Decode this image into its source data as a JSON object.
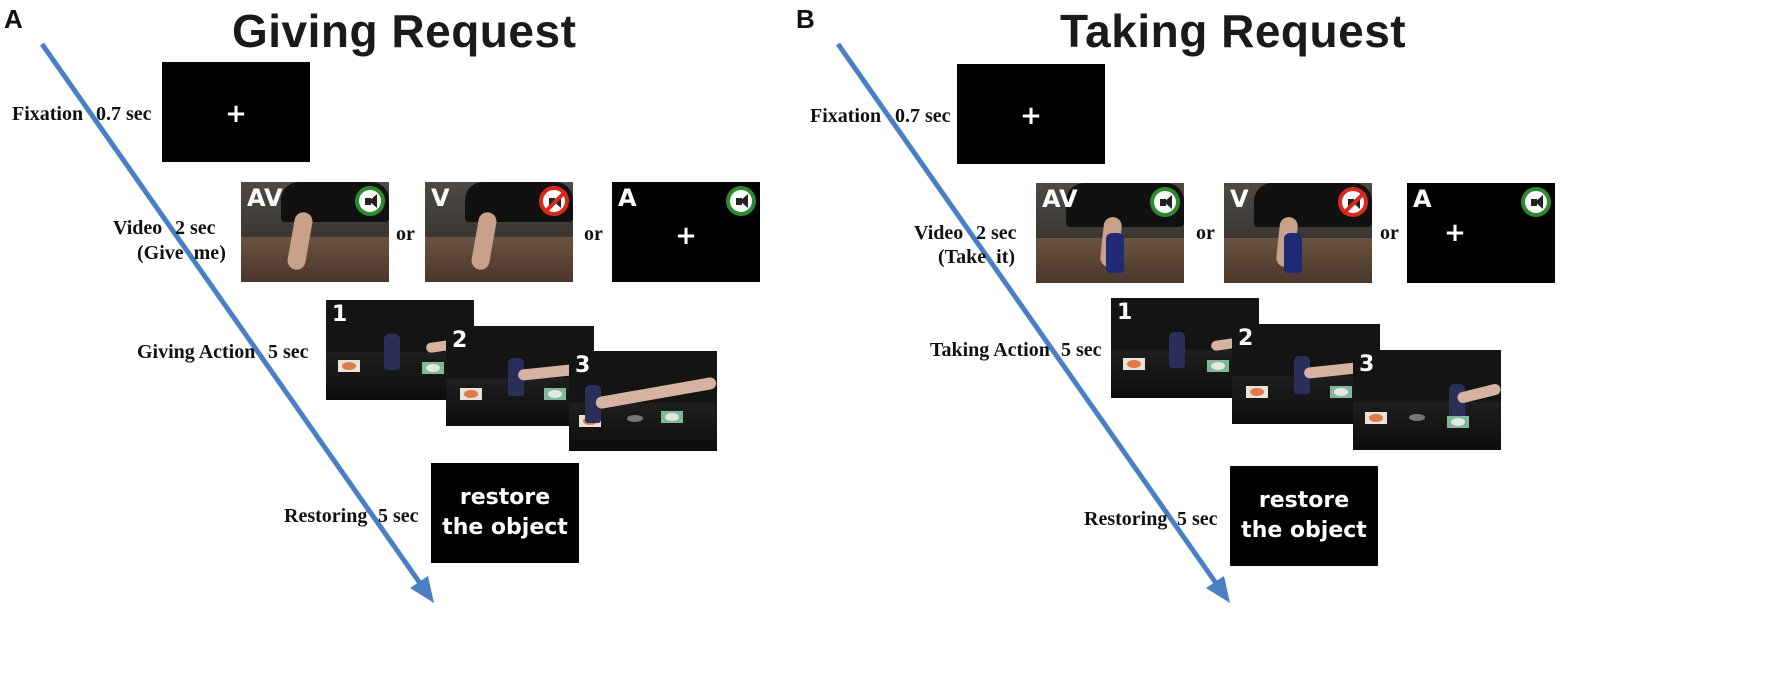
{
  "panels": {
    "a": {
      "letter": "A",
      "title": "Giving Request",
      "fixation": {
        "label": "Fixation",
        "duration": "0.7 sec",
        "cross": "+"
      },
      "video": {
        "label": "Video",
        "duration": "2 sec",
        "sublabel": "(Give  me)",
        "conditions": [
          "AV",
          "V",
          "A"
        ],
        "or": "or",
        "cross": "+"
      },
      "action": {
        "label": "Giving Action",
        "duration": "5 sec",
        "frames": [
          "1",
          "2",
          "3"
        ]
      },
      "restoring": {
        "label": "Restoring",
        "duration": "5 sec",
        "text_line1": "restore",
        "text_line2": "the object"
      }
    },
    "b": {
      "letter": "B",
      "title": "Taking Request",
      "fixation": {
        "label": "Fixation",
        "duration": "0.7 sec",
        "cross": "+"
      },
      "video": {
        "label": "Video",
        "duration": "2 sec",
        "sublabel": "(Take  it)",
        "conditions": [
          "AV",
          "V",
          "A"
        ],
        "or": "or",
        "cross": "+"
      },
      "action": {
        "label": "Taking Action",
        "duration": "5 sec",
        "frames": [
          "1",
          "2",
          "3"
        ]
      },
      "restoring": {
        "label": "Restoring",
        "duration": "5 sec",
        "text_line1": "restore",
        "text_line2": "the object"
      }
    }
  },
  "colors": {
    "arrow": "#4a7fc4",
    "sound_on": "#2f8a2f",
    "sound_off": "#d9281e"
  },
  "icons": {
    "sound_on": "speaker-icon",
    "sound_off": "muted-speaker-icon"
  }
}
